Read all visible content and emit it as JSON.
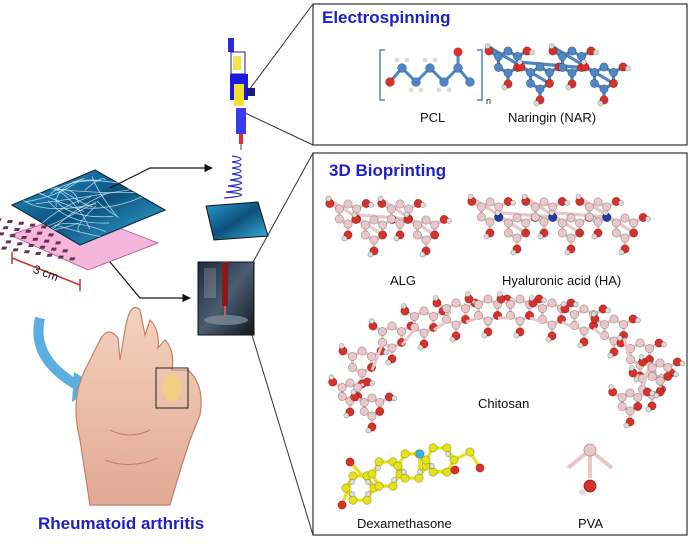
{
  "panels": {
    "electrospinning": {
      "title": "Electrospinning",
      "title_color": "#1f1fc8"
    },
    "bioprinting": {
      "title": "3D Bioprinting",
      "title_color": "#1f1fc8"
    }
  },
  "molecules": {
    "pcl": {
      "label": "PCL",
      "repeat_subscript": "n"
    },
    "naringin": {
      "label": "Naringin (NAR)"
    },
    "alg": {
      "label": "ALG"
    },
    "ha": {
      "label": "Hyaluronic acid (HA)"
    },
    "chitosan": {
      "label": "Chitosan"
    },
    "dexamethasone": {
      "label": "Dexamethasone"
    },
    "pva": {
      "label": "PVA"
    }
  },
  "scaffold": {
    "scale_label": "3 cm"
  },
  "disease": {
    "label": "Rheumatoid arthritis",
    "color": "#1f1fc8"
  },
  "colors": {
    "carbon": "#4f86c6",
    "oxygen": "#d9302a",
    "nitrogen": "#1f3fa8",
    "bio_carbon": "#e8c6c9",
    "dex_carbon": "#e6e21a",
    "fluorine": "#39b4e6",
    "fiber_mat": "#1f6f9e",
    "printed_grid": "#f4b6da",
    "arrow_blue": "#5aaee0"
  }
}
